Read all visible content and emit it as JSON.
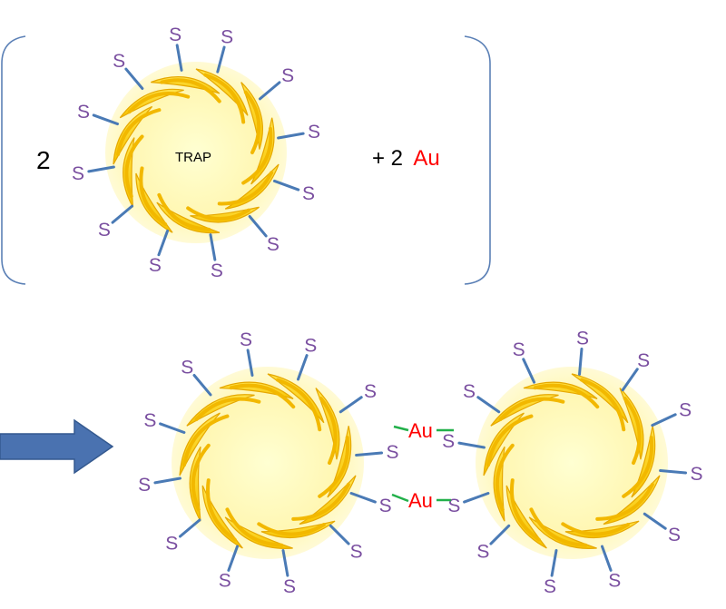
{
  "reaction": {
    "coefficient": "2",
    "protein_label": "TRAP",
    "plus_text": "+ 2",
    "gold_text": "Au"
  },
  "atom_labels": {
    "sulfur": "S",
    "gold": "Au"
  },
  "colors": {
    "sulfur": "#7a4fa0",
    "linker": "#4a7ab5",
    "gold": "#ff0000",
    "bond": "#22b04a",
    "ring_fill": "#fff9b0",
    "subunit": "#ffd200",
    "arrow": "#4a72b0",
    "bracket": "#5b80b6"
  },
  "icons": {
    "arrow": "right-arrow-icon",
    "protein": "trap-ring-icon"
  }
}
